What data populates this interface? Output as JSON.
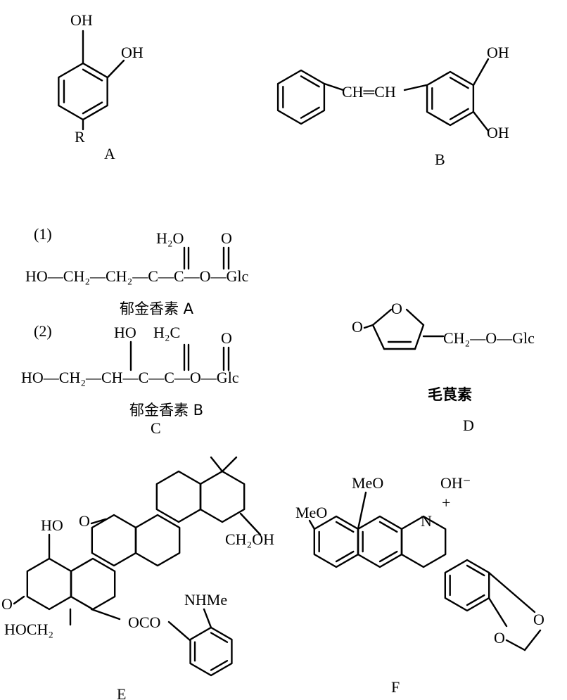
{
  "compound_a": {
    "oh1": "OH",
    "oh2": "OH",
    "r": "R",
    "label": "A"
  },
  "compound_b": {
    "chain": "CH═CH",
    "oh1": "OH",
    "oh2": "OH",
    "label": "B"
  },
  "compound_c": {
    "item1": {
      "number": "(1)",
      "substituent": "H₂O",
      "carbonyl_o": "O",
      "chain": "HO—CH₂—CH₂—C—C—O—Glc",
      "name": "郁金香素 A"
    },
    "item2": {
      "number": "(2)",
      "ho": "HO",
      "substituent": "H₂C",
      "carbonyl_o": "O",
      "chain": "HO—CH₂—CH—C—C—O—Glc",
      "name": "郁金香素 B"
    },
    "label": "C"
  },
  "compound_d": {
    "ketone_o": "O",
    "ring_o": "O",
    "chain": "CH₂—O—Glc",
    "name": "毛茛素",
    "label": "D"
  },
  "compound_e": {
    "ketone_o": "O",
    "ho": "HO",
    "o": "O",
    "hoch2": "HOCH₂",
    "ch2oh": "CH₂OH",
    "nhme": "NHMe",
    "ester": "OCO",
    "label": "E"
  },
  "compound_f": {
    "meo1": "MeO",
    "meo2": "MeO",
    "hydroxide": "OH⁻",
    "plus": "+",
    "n": "N",
    "o1": "O",
    "o2": "O",
    "label": "F"
  }
}
